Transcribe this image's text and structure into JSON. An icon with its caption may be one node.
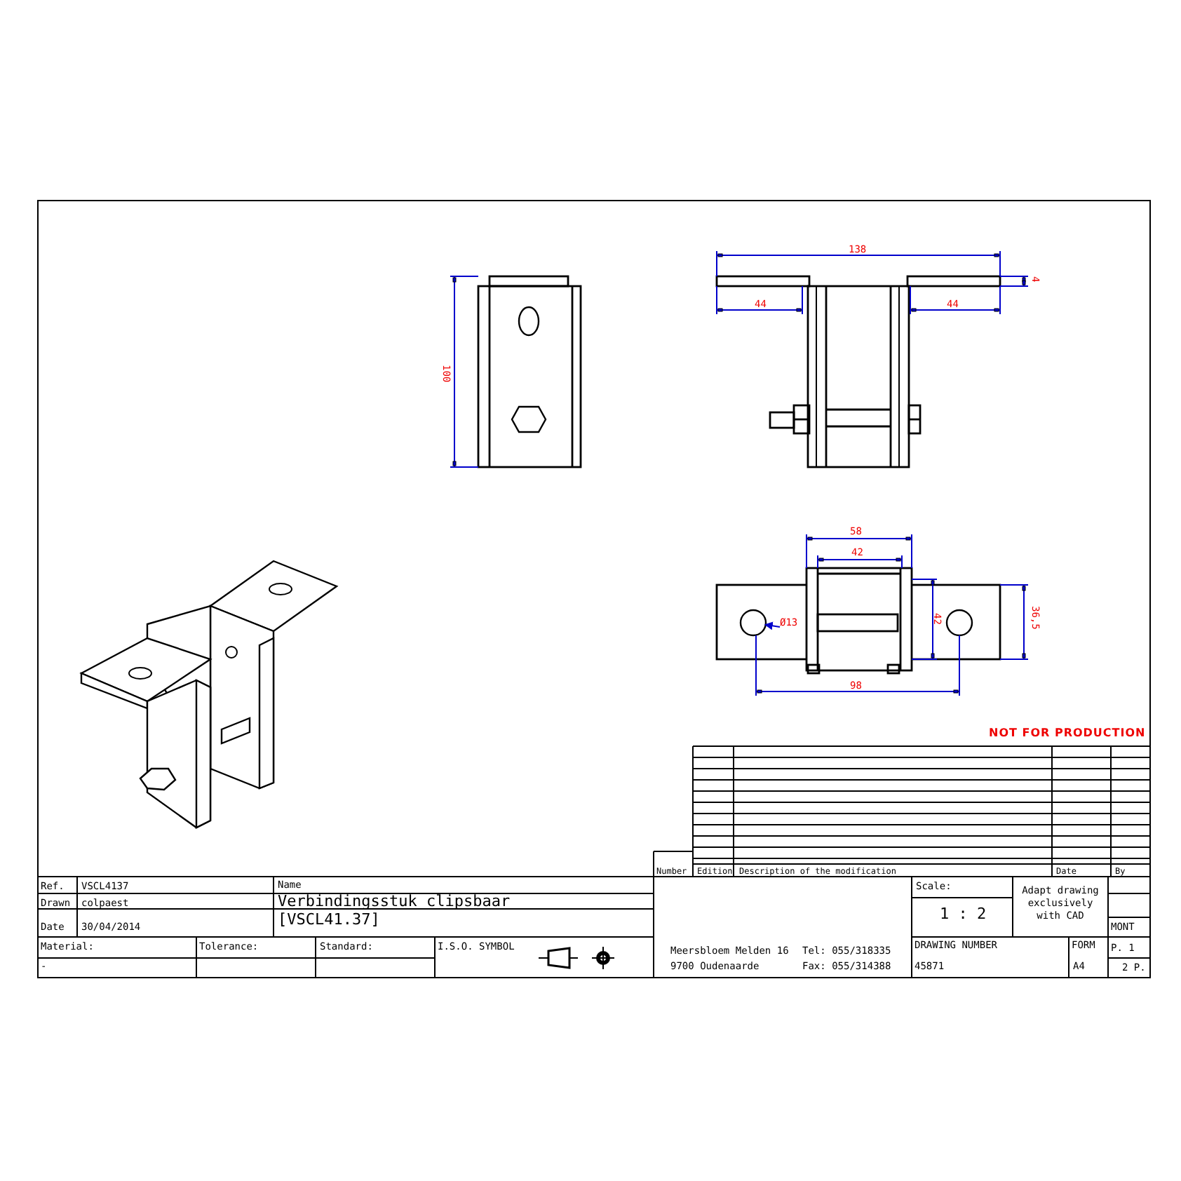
{
  "diagram": {
    "nodes": [
      {
        "text": [
          "Ø13"
        ]
      },
      {
        "text": [],
        "shape": "circle"
      }
    ],
    "edges": [
      {
        "from": 0,
        "to": 1,
        "arrow": "to"
      }
    ],
    "labels": [
      "138",
      "44",
      "44",
      "4",
      "100",
      "58",
      "42",
      "42",
      "36,5",
      "98",
      "NOT FOR PRODUCTION",
      "Number",
      "Edition",
      "Description of the modification",
      "Date",
      "By",
      "Ref.",
      "VSCL4137",
      "Name",
      "Verbindingsstuk clipsbaar",
      "[VSCL41.37]",
      "Scale:",
      "1 : 2",
      "Adapt drawing exclusively with CAD",
      "Drawn",
      "colpaest",
      "Date",
      "30/04/2014",
      "MONT",
      "Material:",
      "Tolerance:",
      "Standard:",
      "I.S.O. SYMBOL",
      "Meersbloem Melden 16",
      "Tel: 055/318335",
      "DRAWING NUMBER",
      "FORM",
      "P. 1",
      "-",
      "9700 Oudenaarde",
      "Fax: 055/314388",
      "45871",
      "A4",
      "2 P."
    ]
  }
}
